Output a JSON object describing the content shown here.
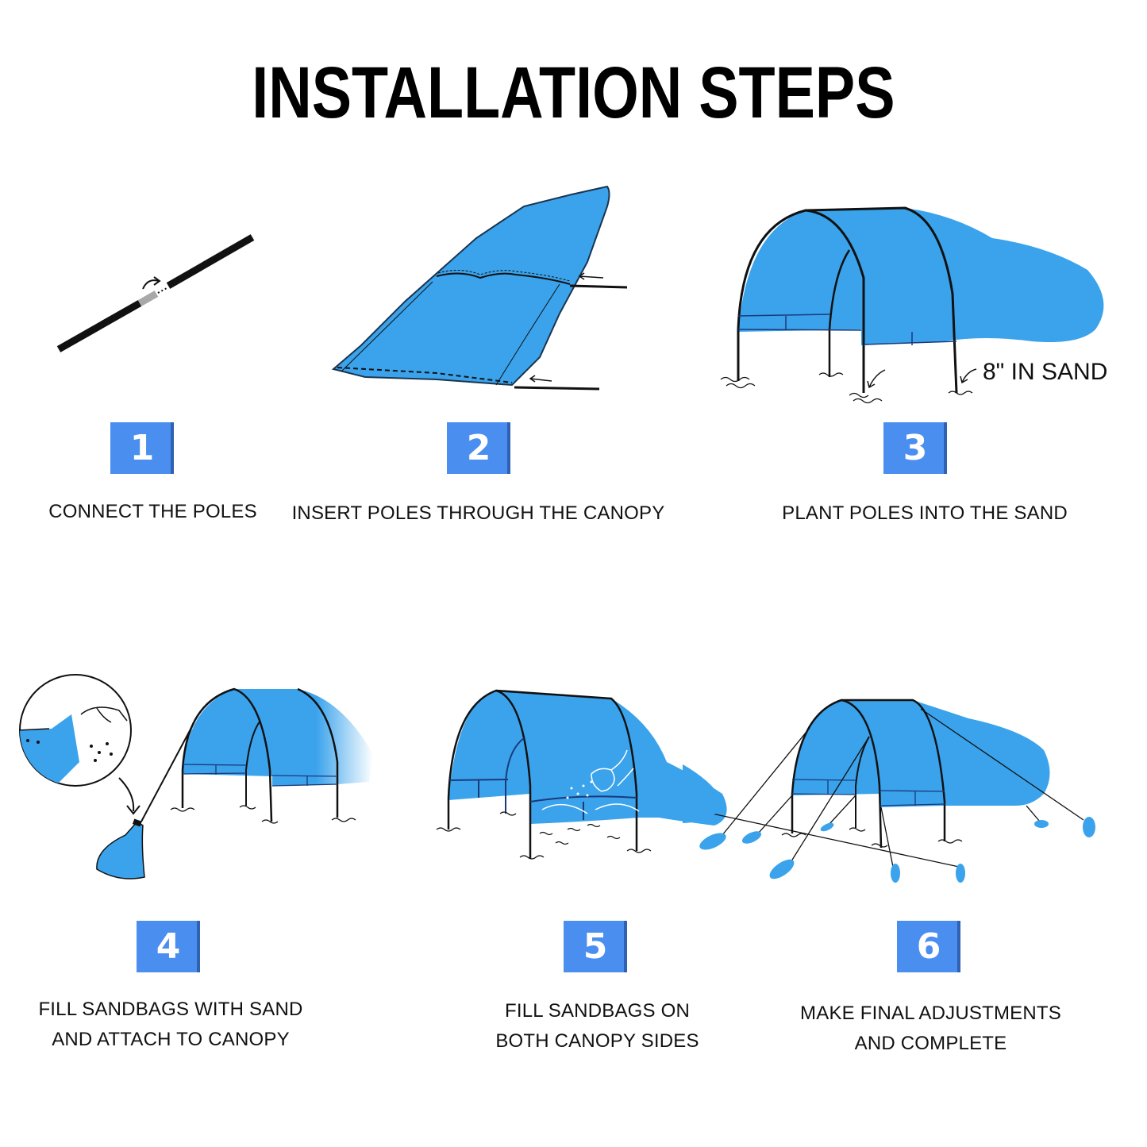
{
  "title": "INSTALLATION STEPS",
  "colors": {
    "badge": "#4a8ef0",
    "canopy": "#3aa3ec",
    "pole": "#111111"
  },
  "steps": [
    {
      "number": "1",
      "lines": [
        "CONNECT THE POLES"
      ],
      "icon": "connect-poles-illustration"
    },
    {
      "number": "2",
      "lines": [
        "INSERT POLES THROUGH THE CANOPY"
      ],
      "icon": "insert-poles-illustration"
    },
    {
      "number": "3",
      "lines": [
        "PLANT POLES INTO THE SAND"
      ],
      "icon": "plant-poles-illustration",
      "annotation": "8\" IN SAND"
    },
    {
      "number": "4",
      "lines": [
        "FILL SANDBAGS WITH SAND",
        "AND ATTACH TO CANOPY"
      ],
      "icon": "attach-sandbag-illustration"
    },
    {
      "number": "5",
      "lines": [
        "FILL SANDBAGS ON",
        "BOTH CANOPY SIDES"
      ],
      "icon": "fill-sandbags-illustration"
    },
    {
      "number": "6",
      "lines": [
        "MAKE FINAL ADJUSTMENTS",
        "AND COMPLETE"
      ],
      "icon": "final-adjust-illustration"
    }
  ]
}
